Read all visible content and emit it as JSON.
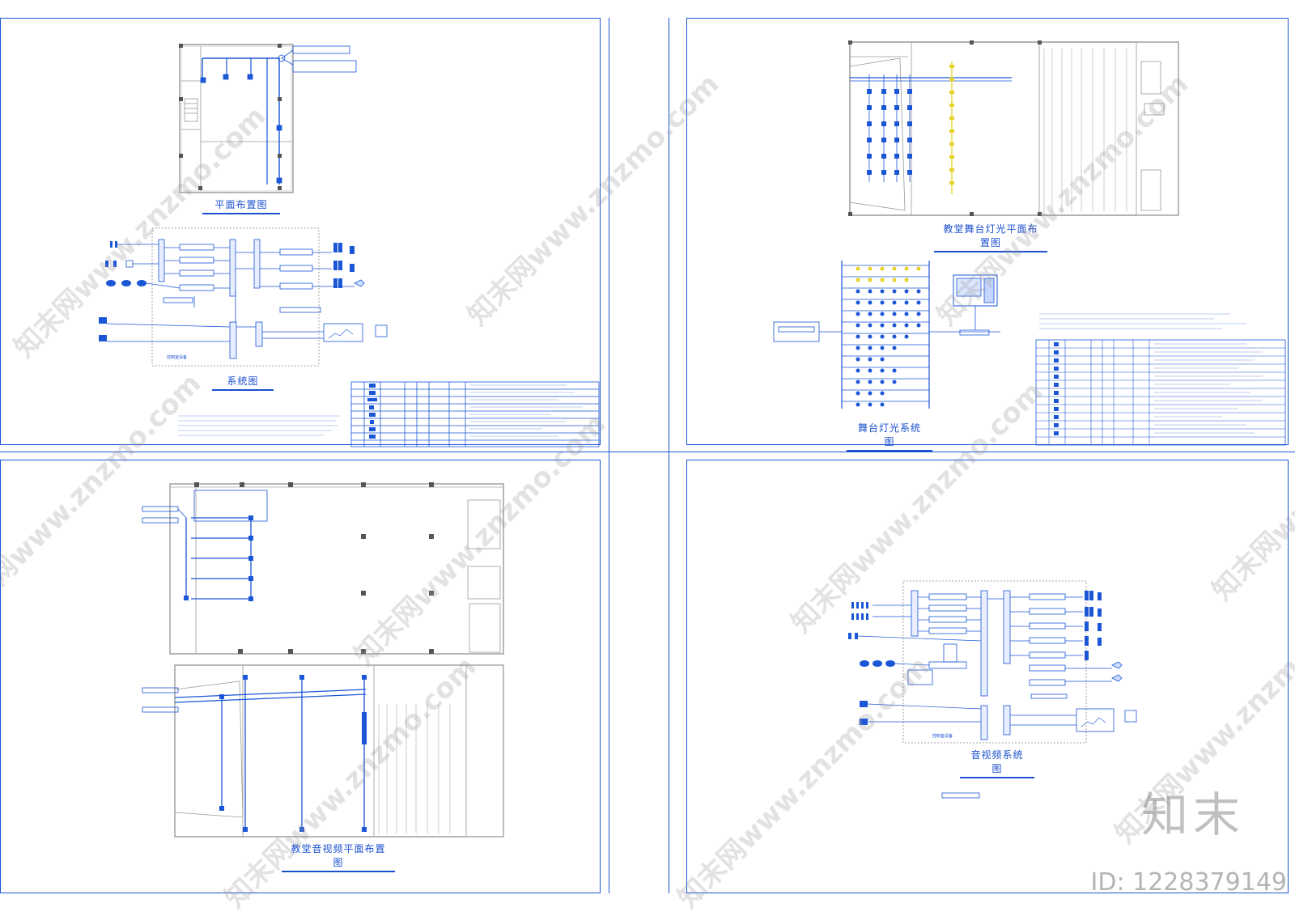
{
  "sheets": {
    "top_left": {
      "floorplan_title": "平面布置图",
      "system_title": "系统图",
      "control_room_label": "控制室设备"
    },
    "top_right": {
      "lighting_plan_title": "教堂舞台灯光平面布置图",
      "lighting_system_title": "舞台灯光系统图"
    },
    "bottom_left": {
      "av_plan_title": "教堂音视频平面布置图"
    },
    "bottom_right": {
      "av_system_title": "音视频系统图",
      "control_room_label": "控制室设备"
    }
  },
  "watermark": {
    "text": "知末网www.znzmo.com",
    "brand": "知末",
    "image_id": "ID: 1228379149"
  },
  "colors": {
    "line": "#1a56d6",
    "accent_yellow": "#e6d42a",
    "watermark": "#9a9a9a"
  }
}
